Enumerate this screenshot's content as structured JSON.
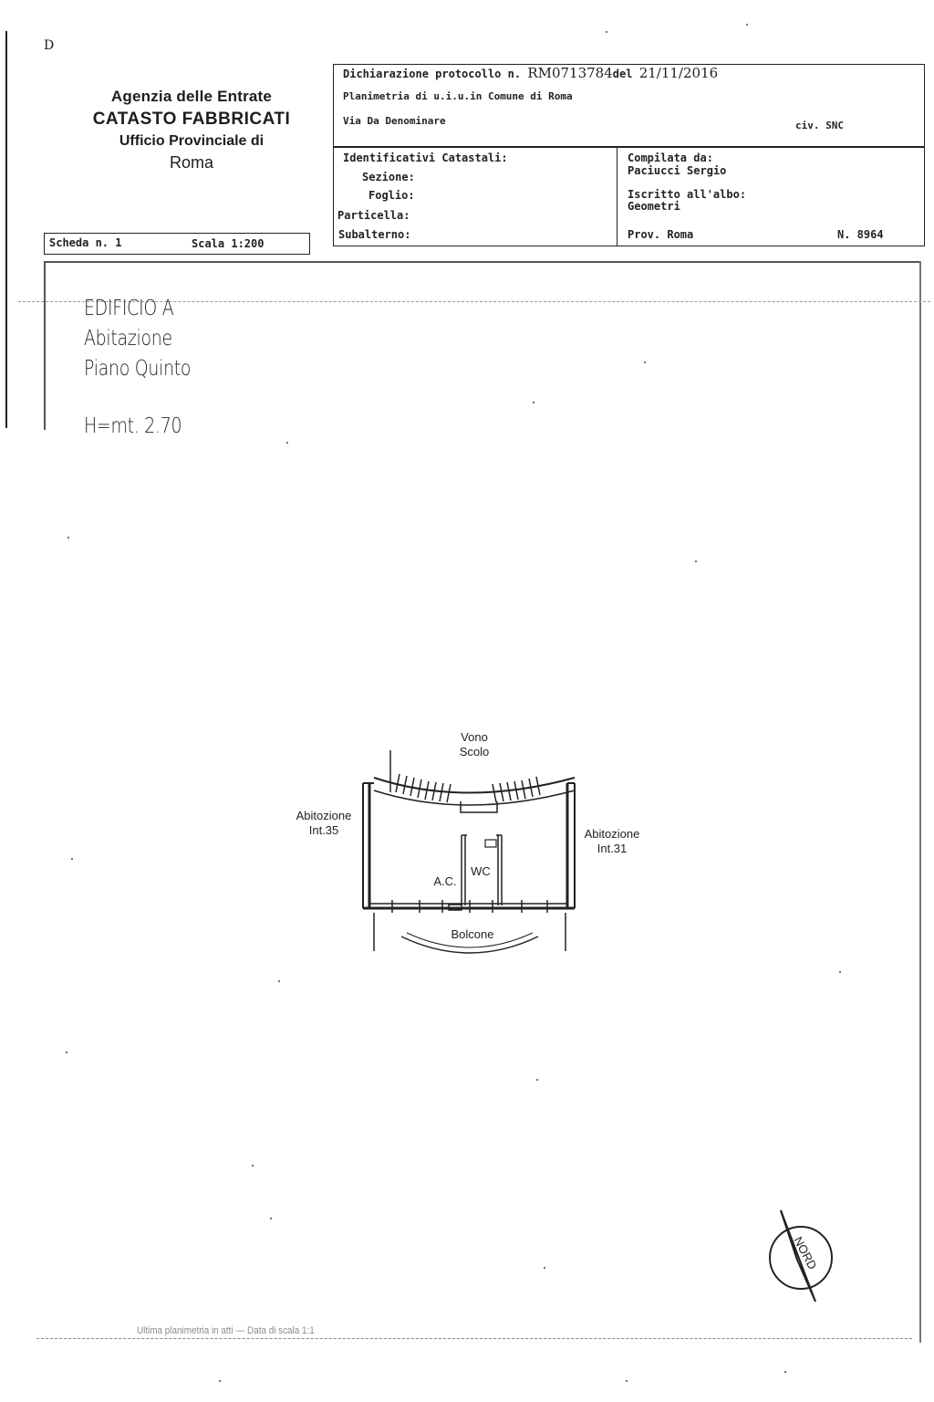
{
  "corner_mark": "D",
  "agency": {
    "line1": "Agenzia delle Entrate",
    "line2": "CATASTO FABBRICATI",
    "line3": "Ufficio Provinciale di",
    "line4": "Roma"
  },
  "scheda": {
    "label": "Scheda n. 1",
    "scala": "Scala 1:200"
  },
  "header": {
    "dichiarazione_prefix": "Dichiarazione protocollo n.",
    "protocollo": "RM0713784",
    "del_label": "del",
    "data": "21/11/2016",
    "planimetria": "Planimetria di u.i.u.in Comune di Roma",
    "via": "Via Da Denominare",
    "civ": "civ. SNC"
  },
  "identificativi": {
    "title": "Identificativi Catastali:",
    "sezione": "Sezione:",
    "foglio": "Foglio:",
    "particella": "Particella:",
    "subalterno": "Subalterno:"
  },
  "compilata": {
    "title": "Compilata da:",
    "nome": "Paciucci Sergio",
    "iscritto": "Iscritto all'albo:",
    "albo": "Geometri",
    "prov": "Prov. Roma",
    "numero": "N. 8964"
  },
  "edificio": {
    "line1": "EDIFICIO A",
    "line2": "Abitazione",
    "line3": "Piano Quinto",
    "altezza": "H=mt. 2.70"
  },
  "plan": {
    "vano_line1": "Vono",
    "vano_line2": "Scolo",
    "abit_left_line1": "Abitozione",
    "abit_left_line2": "Int.35",
    "abit_right_line1": "Abitozione",
    "abit_right_line2": "Int.31",
    "ac": "A.C.",
    "wc": "WC",
    "balcone": "Bolcone"
  },
  "north": {
    "label": "NORD"
  },
  "footer_text": "Ultima planimetria in atti — Data di scala 1:1"
}
